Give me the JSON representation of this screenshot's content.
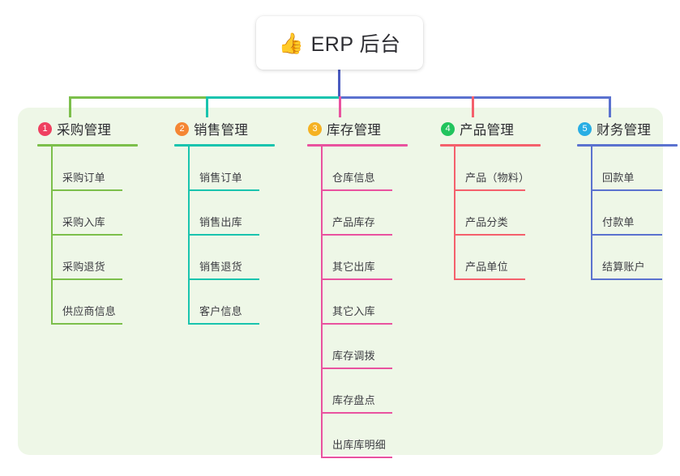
{
  "root": {
    "icon": "thumbs-up-icon",
    "emoji": "👍",
    "title": "ERP 后台"
  },
  "palette": {
    "panel_bg": "#eef7e7",
    "page_bg": "#ffffff",
    "text": "#2d2d32",
    "leaf_text": "#3c3c42",
    "stem": "#4a5bc0"
  },
  "columns": [
    {
      "index": "1",
      "title": "采购管理",
      "badge_color": "#ef4060",
      "accent": "#7cbf4b",
      "connector": "#7cbf4b",
      "items": [
        {
          "label": "采购订单"
        },
        {
          "label": "采购入库"
        },
        {
          "label": "采购退货"
        },
        {
          "label": "供应商信息"
        }
      ]
    },
    {
      "index": "2",
      "title": "销售管理",
      "badge_color": "#f58634",
      "accent": "#19c4ae",
      "connector": "#19c4ae",
      "items": [
        {
          "label": "销售订单"
        },
        {
          "label": "销售出库"
        },
        {
          "label": "销售退货"
        },
        {
          "label": "客户信息"
        }
      ]
    },
    {
      "index": "3",
      "title": "库存管理",
      "badge_color": "#f5b223",
      "accent": "#e9529f",
      "connector": "#e9529f",
      "items": [
        {
          "label": "仓库信息"
        },
        {
          "label": "产品库存"
        },
        {
          "label": "其它出库"
        },
        {
          "label": "其它入库"
        },
        {
          "label": "库存调拨"
        },
        {
          "label": "库存盘点"
        },
        {
          "label": "出库库明细"
        }
      ]
    },
    {
      "index": "4",
      "title": "产品管理",
      "badge_color": "#21c45d",
      "accent": "#f4606c",
      "connector": "#f4606c",
      "items": [
        {
          "label": "产品（物料）"
        },
        {
          "label": "产品分类"
        },
        {
          "label": "产品单位"
        }
      ]
    },
    {
      "index": "5",
      "title": "财务管理",
      "badge_color": "#29aee4",
      "accent": "#5b72cf",
      "connector": "#5b72cf",
      "items": [
        {
          "label": "回款单"
        },
        {
          "label": "付款单"
        },
        {
          "label": "结算账户"
        }
      ]
    }
  ]
}
